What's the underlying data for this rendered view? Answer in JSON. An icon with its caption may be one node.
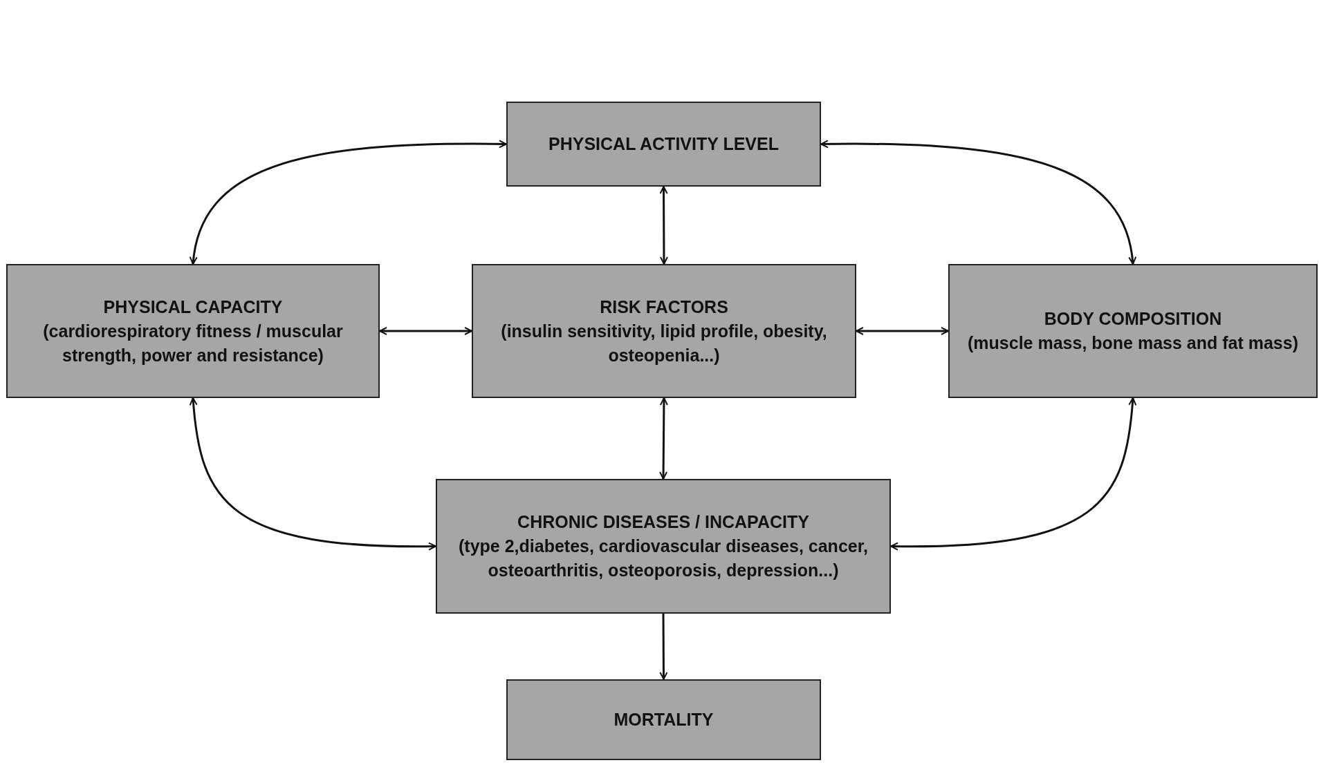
{
  "diagram": {
    "nodes": [
      {
        "text": [
          "PHYSICAL ACTIVITY LEVEL"
        ]
      },
      {
        "text": [
          "PHYSICAL CAPACITY",
          "(cardiorespiratory fitness / muscular strength, power and resistance)"
        ]
      },
      {
        "text": [
          "RISK FACTORS",
          "(insulin sensitivity, lipid profile, obesity, osteopenia...)"
        ]
      },
      {
        "text": [
          "BODY COMPOSITION",
          "(muscle mass, bone mass and fat mass)"
        ]
      },
      {
        "text": [
          "CHRONIC DISEASES / INCAPACITY",
          "(type 2,diabetes, cardiovascular diseases, cancer, osteoarthritis, osteoporosis, depression...)"
        ]
      },
      {
        "text": [
          "MORTALITY"
        ]
      }
    ],
    "edges": [
      {
        "from": 0,
        "to": 1,
        "arrow": "both"
      },
      {
        "from": 0,
        "to": 3,
        "arrow": "both"
      },
      {
        "from": 0,
        "to": 2,
        "arrow": "both"
      },
      {
        "from": 1,
        "to": 2,
        "arrow": "both"
      },
      {
        "from": 2,
        "to": 3,
        "arrow": "both"
      },
      {
        "from": 2,
        "to": 4,
        "arrow": "both"
      },
      {
        "from": 1,
        "to": 4,
        "arrow": "both"
      },
      {
        "from": 3,
        "to": 4,
        "arrow": "both"
      },
      {
        "from": 4,
        "to": 5,
        "arrow": "to"
      }
    ]
  }
}
